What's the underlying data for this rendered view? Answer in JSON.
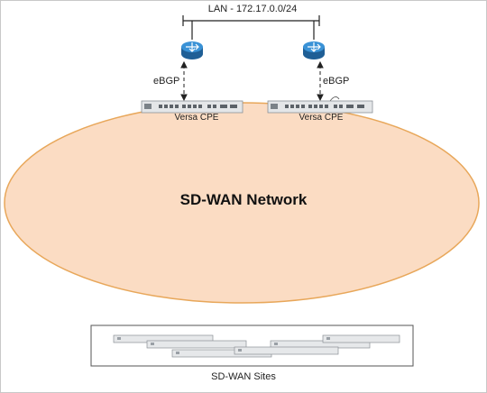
{
  "lan_label": "LAN - 172.17.0.0/24",
  "ebgp_left": "eBGP",
  "ebgp_right": "eBGP",
  "cpe_left": "Versa CPE",
  "cpe_right": "Versa CPE",
  "network_label": "SD-WAN Network",
  "sites_label": "SD-WAN Sites",
  "colors": {
    "ellipse_fill": "#fbdcc3",
    "ellipse_stroke": "#e8a75a",
    "router_fill": "#2b7fc3",
    "line": "#222222"
  },
  "icons": [
    "router-icon",
    "cpe-appliance-icon"
  ]
}
